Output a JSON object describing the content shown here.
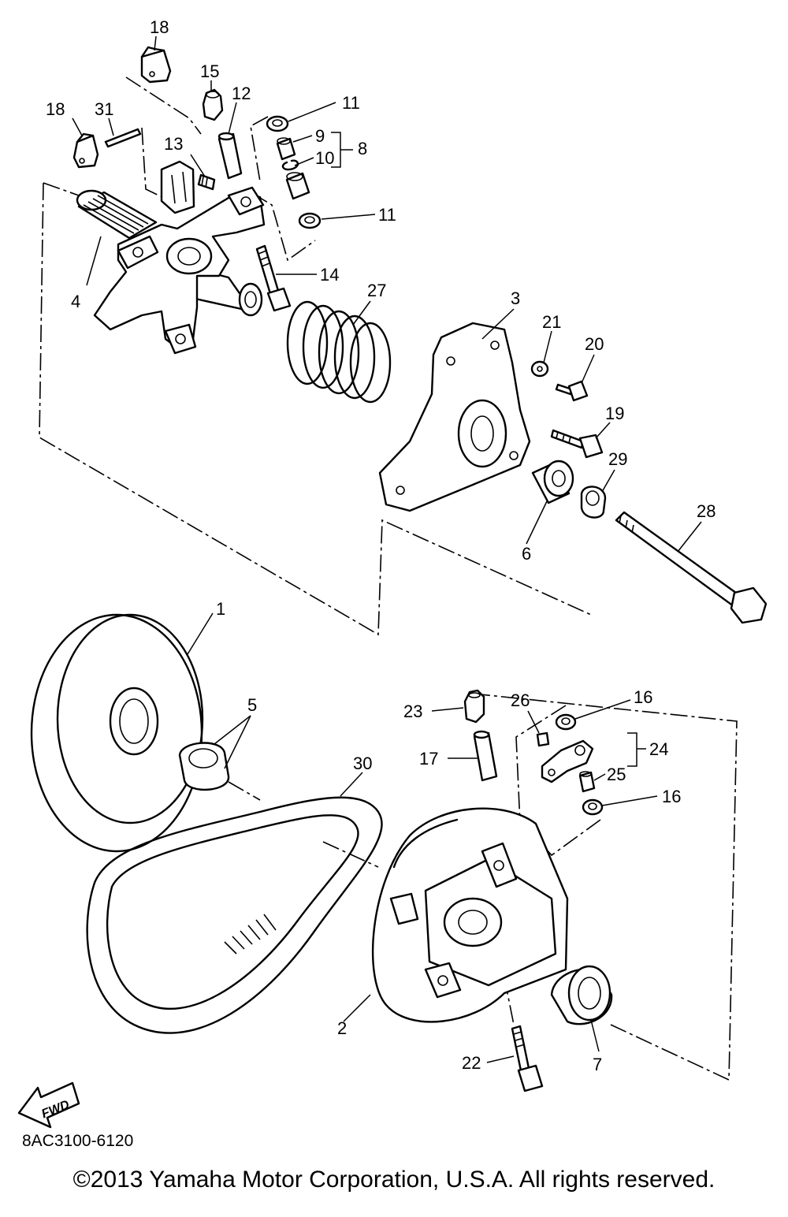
{
  "callouts": {
    "c1": "1",
    "c2": "2",
    "c3": "3",
    "c4": "4",
    "c5": "5",
    "c6": "6",
    "c7": "7",
    "c8": "8",
    "c9": "9",
    "c10": "10",
    "c11a": "11",
    "c11b": "11",
    "c12": "12",
    "c13": "13",
    "c14": "14",
    "c15": "15",
    "c16a": "16",
    "c16b": "16",
    "c17": "17",
    "c18a": "18",
    "c18b": "18",
    "c19": "19",
    "c20": "20",
    "c21": "21",
    "c22": "22",
    "c23": "23",
    "c24": "24",
    "c25": "25",
    "c26": "26",
    "c27": "27",
    "c28": "28",
    "c29": "29",
    "c30": "30",
    "c31": "31"
  },
  "fwd_label": "FWD",
  "catalog_code": "8AC3100-6120",
  "copyright": "©2013 Yamaha Motor Corporation, U.S.A. All rights reserved."
}
